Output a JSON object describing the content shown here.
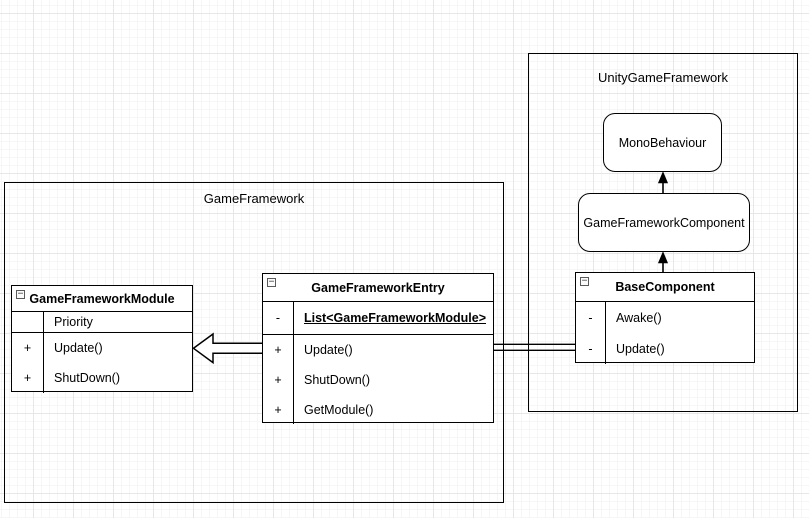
{
  "diagram": {
    "containers": [
      {
        "title": "GameFramework"
      },
      {
        "title": "UnityGameFramework"
      }
    ],
    "classes": [
      {
        "name": "GameFrameworkModule",
        "members": [
          {
            "marker": "",
            "text": "Priority"
          },
          {
            "marker": "+",
            "text": "Update()"
          },
          {
            "marker": "+",
            "text": "ShutDown()"
          }
        ]
      },
      {
        "name": "GameFrameworkEntry",
        "members": [
          {
            "marker": "-",
            "text": "List<GameFrameworkModule>"
          },
          {
            "marker": "+",
            "text": "Update()"
          },
          {
            "marker": "+",
            "text": "ShutDown()"
          },
          {
            "marker": "+",
            "text": "GetModule()"
          }
        ]
      },
      {
        "name": "BaseComponent",
        "members": [
          {
            "marker": "-",
            "text": "Awake()"
          },
          {
            "marker": "-",
            "text": "Update()"
          }
        ]
      }
    ],
    "nodes": [
      {
        "label": "MonoBehaviour"
      },
      {
        "label": "GameFrameworkComponent"
      }
    ],
    "icons": {
      "collapse_glyph": "−"
    },
    "colors": {
      "stroke": "#000000",
      "background": "#ffffff",
      "grid_minor": "#f6f6f6",
      "grid_major": "#e7e7e7"
    }
  }
}
